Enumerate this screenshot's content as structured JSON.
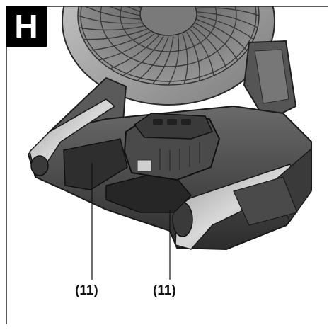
{
  "figure": {
    "badge_letter": "H",
    "callouts": [
      {
        "label": "(11)"
      },
      {
        "label": "(11)"
      }
    ]
  },
  "colors": {
    "ink": "#111111",
    "badge_bg": "#000000",
    "badge_fg": "#ffffff"
  }
}
